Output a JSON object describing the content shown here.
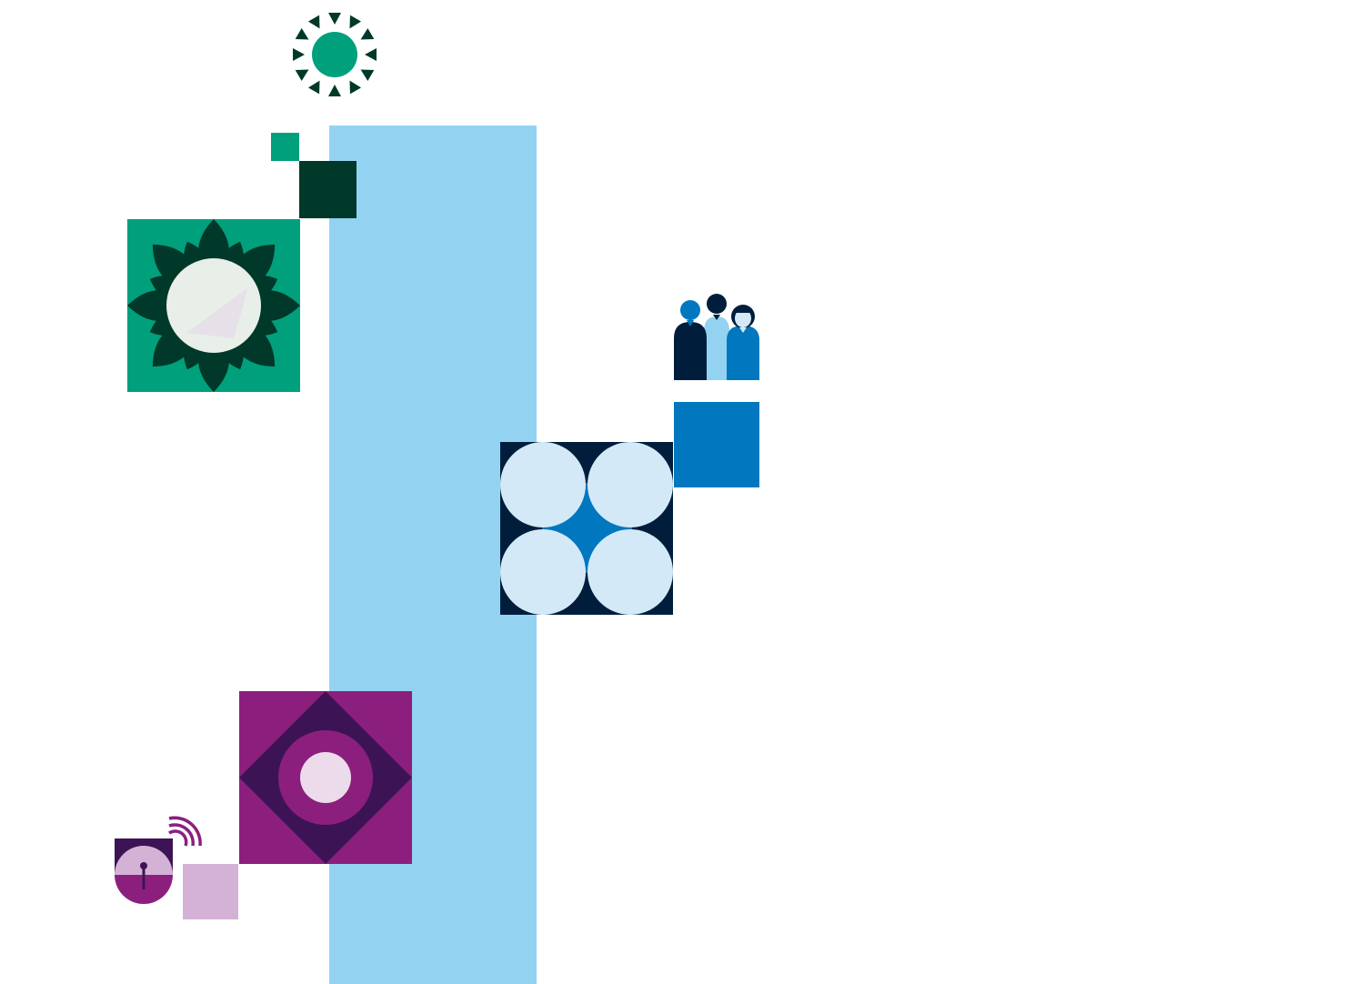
{
  "illustration": {
    "elements": [
      {
        "name": "sun-icon",
        "shown": true
      },
      {
        "name": "eight-point-star-tile",
        "shown": true
      },
      {
        "name": "quatrefoil-circles-tile",
        "shown": true
      },
      {
        "name": "people-group-icon",
        "shown": true
      },
      {
        "name": "concentric-diamond-tile",
        "shown": true
      },
      {
        "name": "wireless-lock-icon",
        "shown": true
      }
    ]
  },
  "colors": {
    "light_blue_band": "#94d2f2",
    "teal": "#00a07c",
    "dark_green": "#00382a",
    "pale_green": "#e8efe8",
    "navy": "#001e3c",
    "blue": "#0077be",
    "pale_blue": "#d4e9f8",
    "purple": "#8c1f7e",
    "dark_purple": "#3c1455",
    "pale_purple": "#ecdceb",
    "lilac": "#d4b2d6"
  }
}
